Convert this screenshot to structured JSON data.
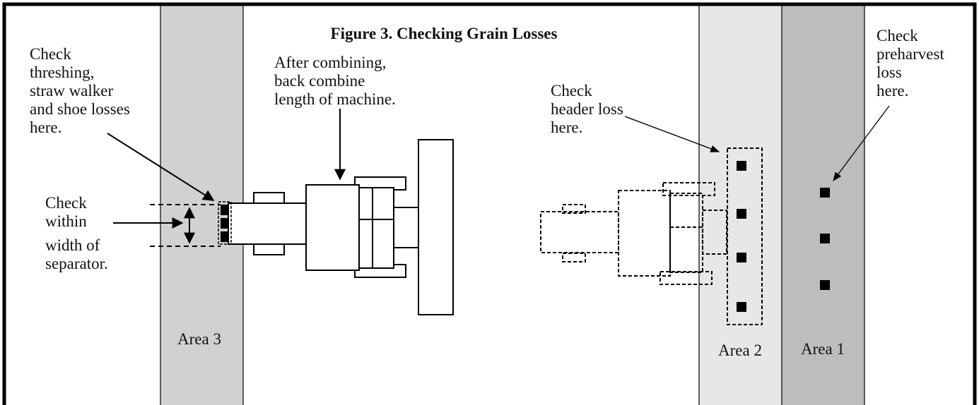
{
  "figure": {
    "title": "Figure 3. Checking Grain Losses",
    "colors": {
      "area_3": "#d1d1d3",
      "area_2": "#e7e7e9",
      "area_1": "#bdbdc0",
      "ink": "#000000"
    },
    "areas": {
      "area_3": "Area 3",
      "area_2": "Area 2",
      "area_1": "Area 1"
    },
    "labels": {
      "threshing": [
        "Check",
        "threshing,",
        "straw walker",
        "and shoe losses",
        "here."
      ],
      "separator": [
        "Check",
        "within",
        "width of",
        "separator."
      ],
      "after_combining": [
        "After combining,",
        "back combine",
        "length of machine."
      ],
      "header_loss": [
        "Check",
        "header loss",
        "here."
      ],
      "preharvest": [
        "Check",
        "preharvest",
        "loss",
        "here."
      ]
    }
  }
}
